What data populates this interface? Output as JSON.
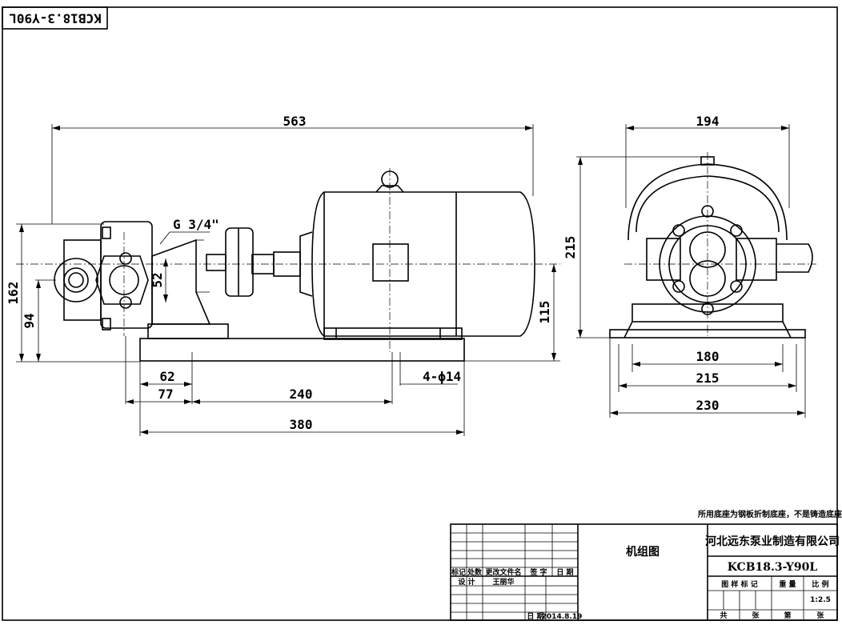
{
  "drawing": {
    "code_flipped": "KCB18.3-Y90L",
    "note": "所用底座为钢板折制底座，不是铸造底座",
    "port_label": "G 3/4\""
  },
  "dimensions_side": {
    "overall_length": "563",
    "height": "162",
    "center_height": "94",
    "flange_dim": "52",
    "motor_center": "115",
    "d62": "62",
    "d77": "77",
    "d240": "240",
    "d380": "380",
    "holes": "4-ϕ14"
  },
  "dimensions_end": {
    "width_top": "194",
    "height": "215",
    "d180": "180",
    "d215": "215",
    "d230": "230"
  },
  "title_block": {
    "drawing_name": "机组图",
    "company": "河北远东泵业制造有限公司",
    "drawing_code": "KCB18.3-Y90L",
    "label_mark": "标记",
    "label_count": "处数",
    "label_file": "更改文件名",
    "label_sign": "签 字",
    "label_date": "日 期",
    "label_design": "设 计",
    "designer": "王丽华",
    "label_date2": "日 期",
    "date": "2014.8.19",
    "label_stage": "图 样 标 记",
    "label_weight": "重 量",
    "label_scale": "比 例",
    "scale": "1:2.5",
    "label_total": "共",
    "label_sheet1": "张",
    "label_page": "第",
    "label_sheet2": "张"
  }
}
